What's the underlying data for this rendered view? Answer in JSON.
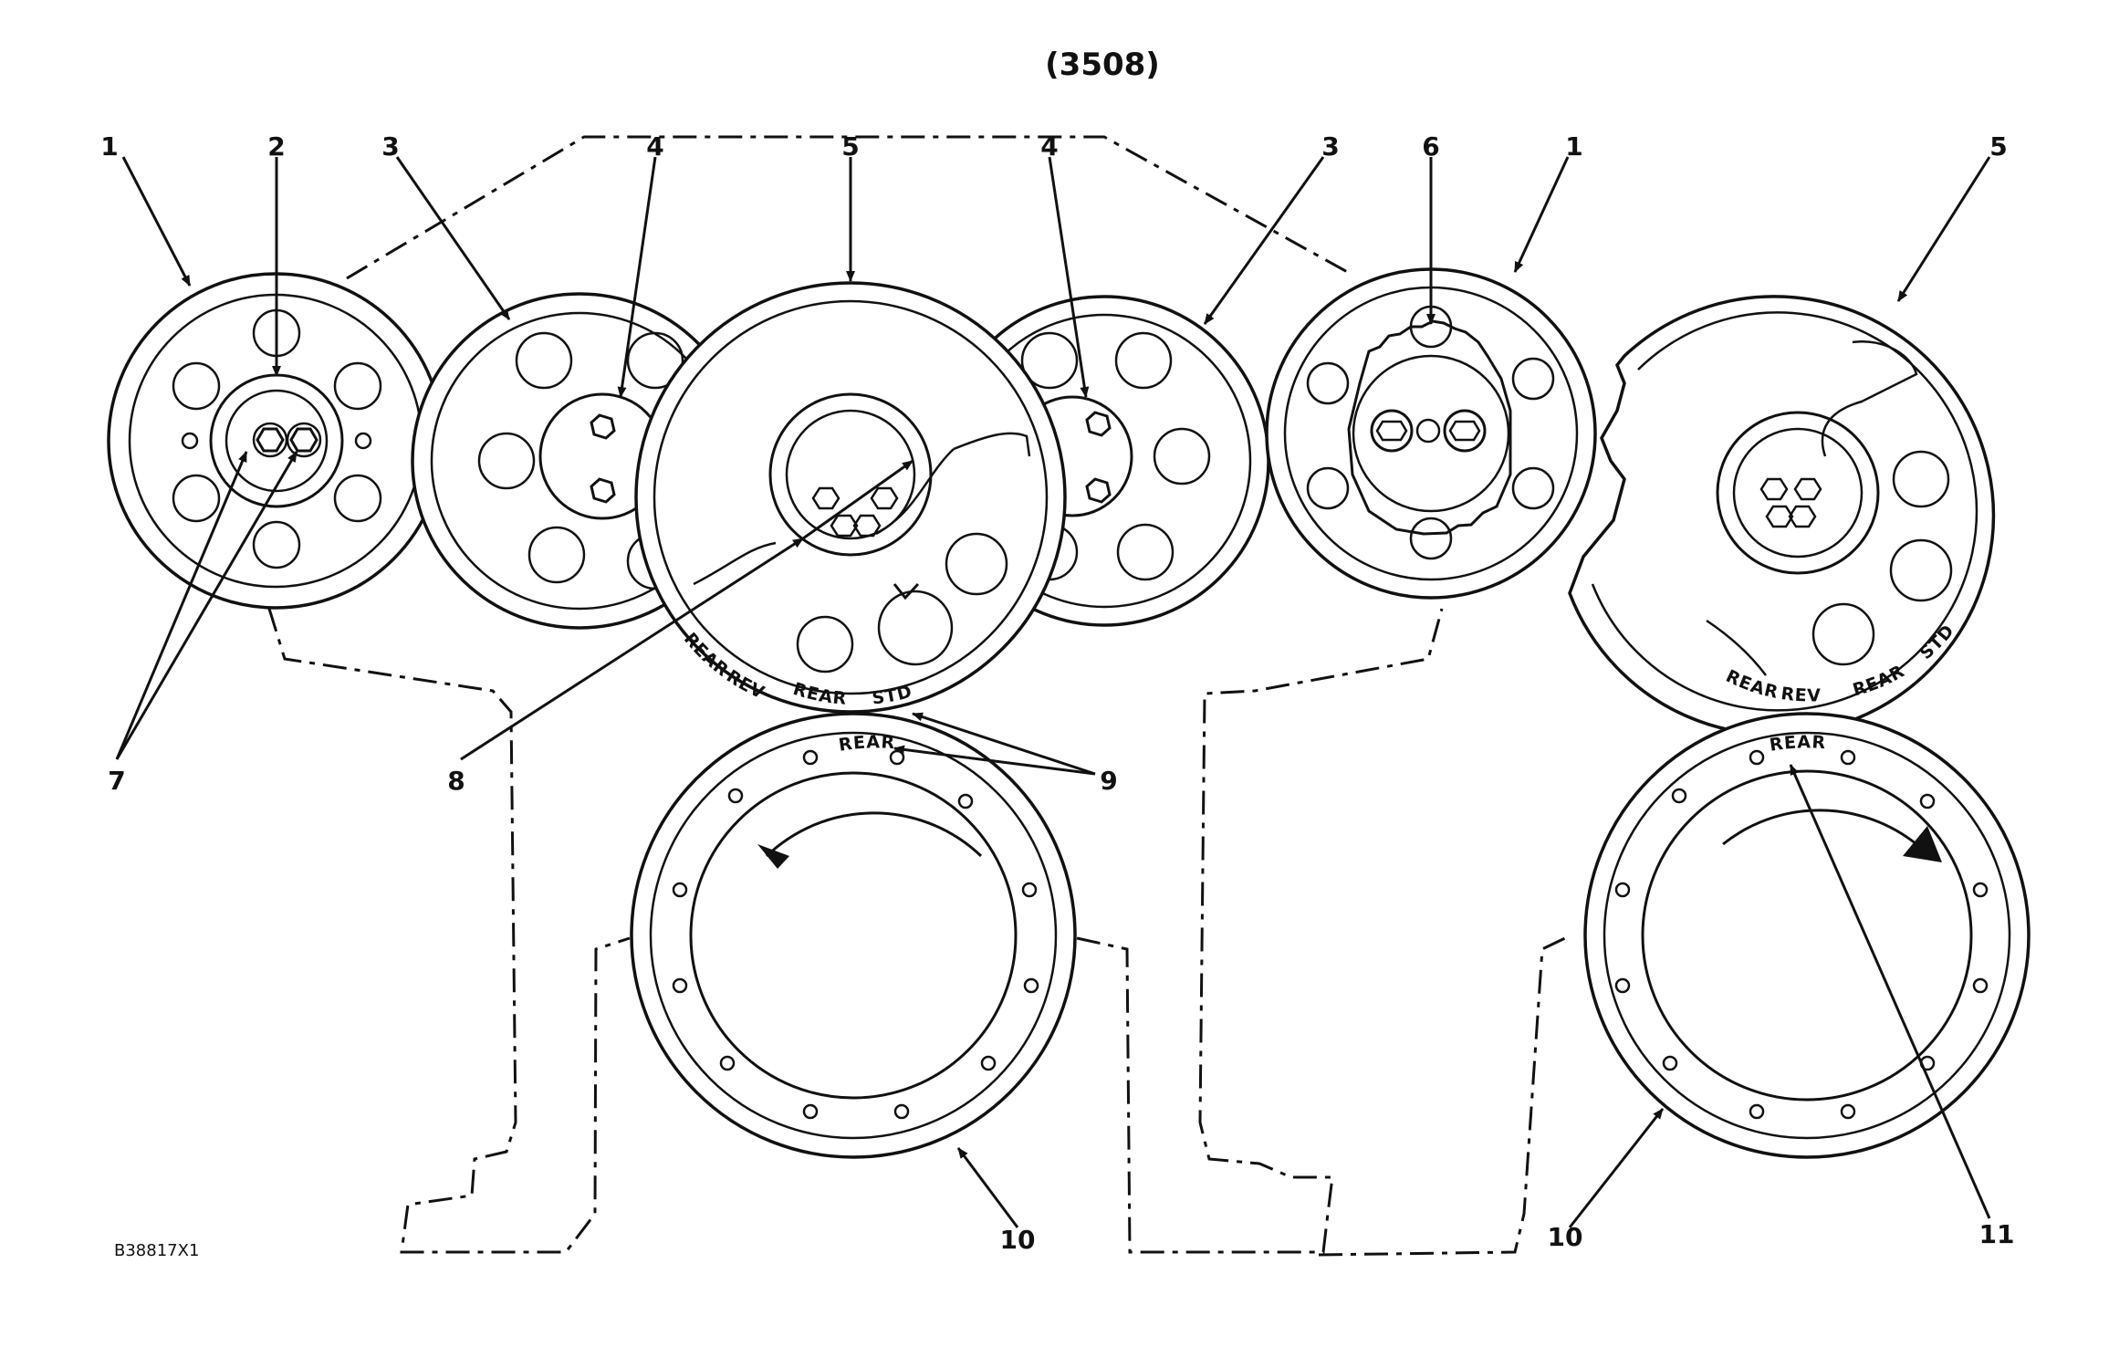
{
  "title": "(3508)",
  "figure_id": "B38817X1",
  "callouts": [
    "1",
    "2",
    "3",
    "4",
    "5",
    "4",
    "3",
    "6",
    "1",
    "5",
    "7",
    "8",
    "9",
    "10",
    "10",
    "11"
  ],
  "marks": {
    "left_gear": [
      "REAR",
      "REV",
      "REAR",
      "STD"
    ],
    "left_crank": "REAR",
    "right_gear": [
      "REAR",
      "REV",
      "REAR",
      "STD"
    ],
    "right_crank": "REAR"
  }
}
